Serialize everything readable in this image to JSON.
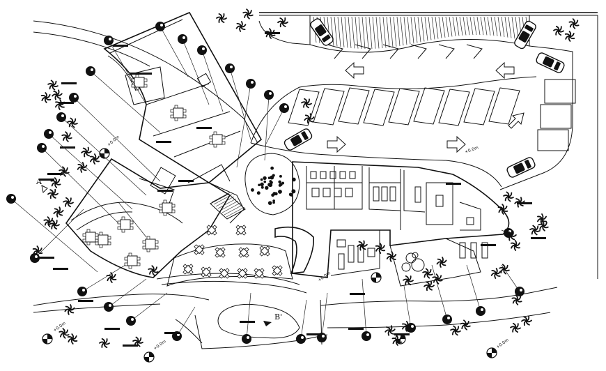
{
  "section_marks": {
    "a": "A",
    "b": "B'"
  },
  "level_tags": [
    "+0.0m",
    "+0.0m",
    "+0.0m",
    "+0.0m",
    "+0.0m",
    "+0.0m"
  ],
  "colors": {
    "ink": "#111111",
    "paper": "#ffffff"
  },
  "icons": [
    "palm-tree-icon",
    "car-icon",
    "arrow-icon",
    "tree-icon",
    "table-set-icon",
    "callout-bubble-icon"
  ]
}
